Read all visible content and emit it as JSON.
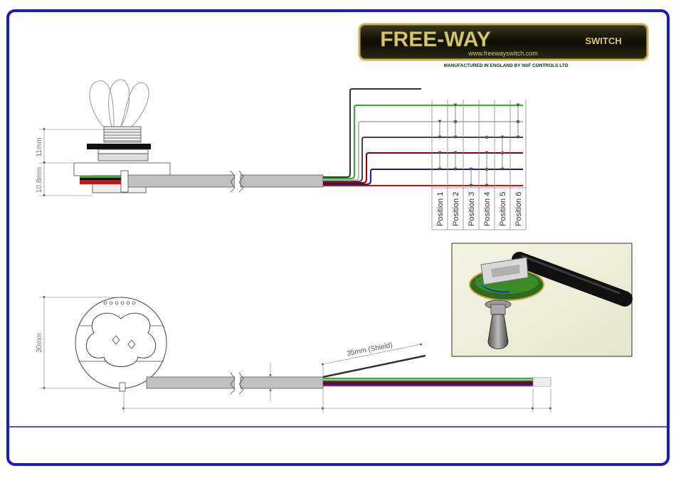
{
  "logo": {
    "brand": "FREE-WAY",
    "switch_word": "SWITCH",
    "url": "www.freewayswitch.com"
  },
  "manufacturer_line": "MANUFACTURED IN ENGLAND BY NSF CONTROLS LTD",
  "dimensions": {
    "upper_height": "11mm",
    "lower_height": "10.8mm",
    "diameter": "30mm",
    "shield_length": "35mm (Shield)"
  },
  "positions": [
    "Position 1",
    "Position 2",
    "Position 3",
    "Position 4",
    "Position 5",
    "Position 6"
  ],
  "colors": {
    "frame_border": "#1a1acc",
    "wire_black": "#333333",
    "wire_green": "#22bb22",
    "wire_white": "#bbbbbb",
    "wire_darkgray": "#444444",
    "wire_darkred": "#880000",
    "wire_blue": "#1a1a99",
    "wire_red": "#cc1111",
    "cable_gray": "#c0c0c0",
    "logo_gold": "#c9b24a"
  },
  "icons": {
    "toggle_lever": "bat-toggle-icon",
    "photo": "switch-photo-icon"
  }
}
